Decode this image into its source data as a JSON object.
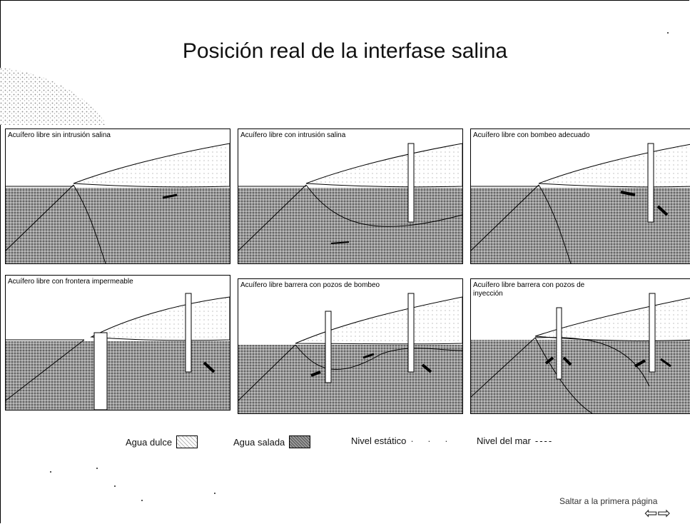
{
  "title": "Posición real de la interfase salina",
  "panels": [
    {
      "caption": "Acuífero libre sin intrusión salina"
    },
    {
      "caption": "Acuífero libre con intrusión salina"
    },
    {
      "caption": "Acuífero libre con bombeo adecuado"
    },
    {
      "caption": "Acuífero libre con frontera impermeable"
    },
    {
      "caption": "Acuífero libre barrera con pozos de bombeo"
    },
    {
      "caption": "Acuífero libre barrera con pozos de inyección"
    }
  ],
  "legend": {
    "fresh_label": "Agua dulce",
    "salt_label": "Agua salada",
    "static_label": "Nivel estático",
    "static_symbol": "· · ·",
    "sea_label": "Nivel del mar",
    "sea_symbol": "----"
  },
  "nav": {
    "jump_text": "Saltar a la primera página",
    "prev_symbol": "⇦",
    "next_symbol": "⇨"
  },
  "colors": {
    "fresh": "#eeeeee",
    "salt": "#888888",
    "lines": "#000000"
  }
}
